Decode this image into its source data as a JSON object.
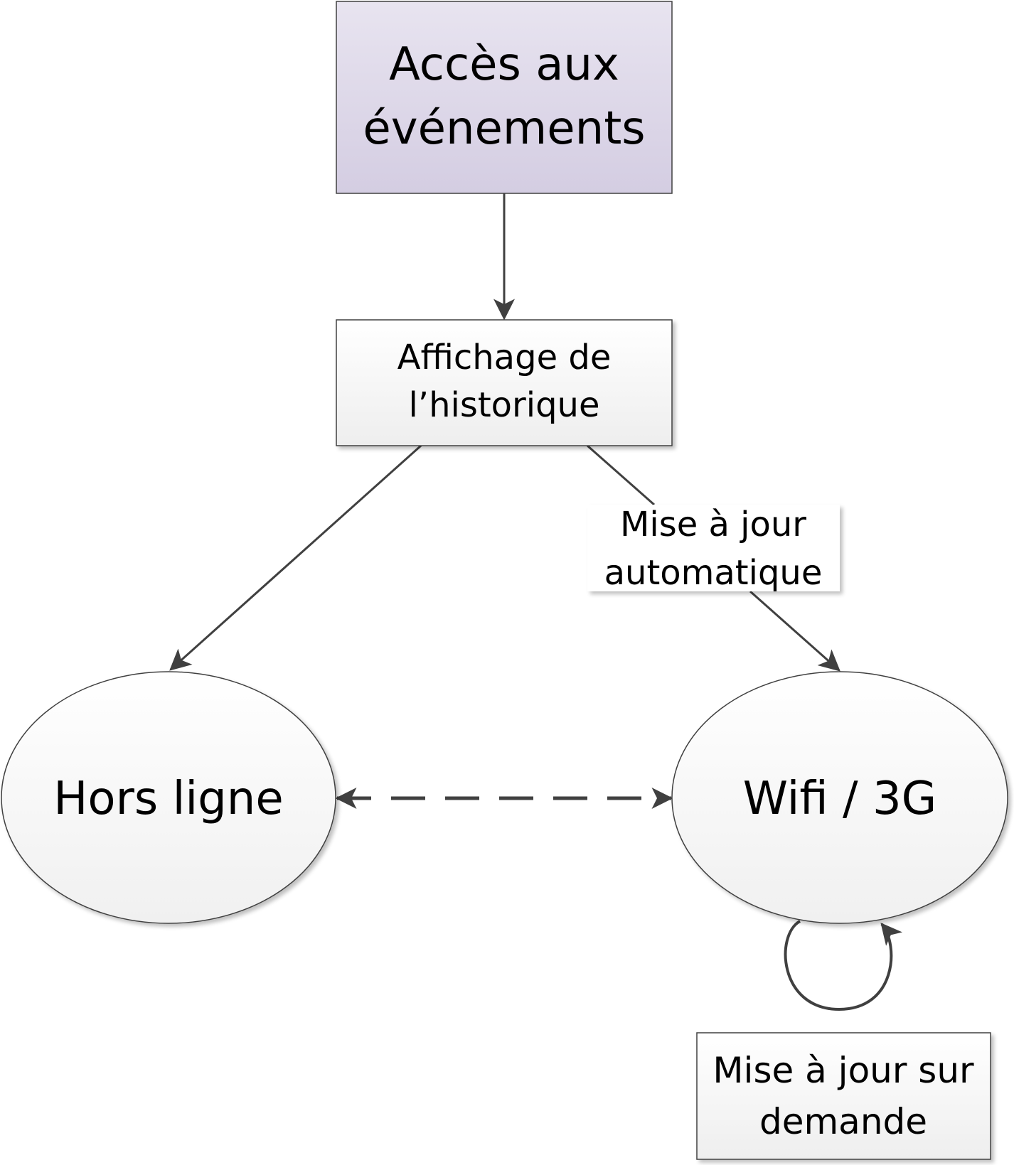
{
  "nodes": {
    "acces": {
      "line1": "Accès aux",
      "line2": "événements"
    },
    "affichage": {
      "line1": "Affichage de",
      "line2": "l’historique"
    },
    "hors_ligne": {
      "label": "Hors ligne"
    },
    "wifi": {
      "label": "Wifi / 3G"
    },
    "mise_a_jour_demande": {
      "line1": "Mise à jour sur",
      "line2": "demande"
    }
  },
  "edge_labels": {
    "automatique": {
      "line1": "Mise à jour",
      "line2": "automatique"
    }
  },
  "colors": {
    "header_fill_top": "#e8e4f0",
    "header_fill_bottom": "#d4cde2",
    "node_fill_top": "#ffffff",
    "node_fill_bottom": "#f0f0f0",
    "stroke": "#404040",
    "edge": "#404040"
  }
}
